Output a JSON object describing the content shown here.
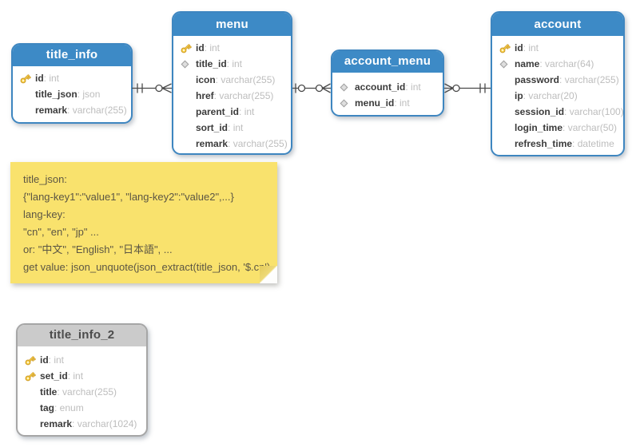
{
  "diagram": {
    "colors": {
      "table_header_blue": "#3d8ac6",
      "table_border_blue": "#3e86c0",
      "table_header_gray": "#cbcbcb",
      "table_border_gray": "#a6a6a6",
      "field_name_color": "#3b3b3b",
      "field_type_color": "#bdbdbd",
      "note_background": "#f9e26d",
      "note_text_color": "#5c5644",
      "connector_color": "#4a4a4a",
      "key_icon_color": "#fbd44c"
    },
    "tables": [
      {
        "name": "title_info",
        "style": "blue",
        "fields": [
          {
            "icon": "key",
            "name": "id",
            "type": "int"
          },
          {
            "icon": "none",
            "name": "title_json",
            "type": "json"
          },
          {
            "icon": "none",
            "name": "remark",
            "type": "varchar(255)"
          }
        ]
      },
      {
        "name": "menu",
        "style": "blue",
        "fields": [
          {
            "icon": "key",
            "name": "id",
            "type": "int"
          },
          {
            "icon": "diamond",
            "name": "title_id",
            "type": "int"
          },
          {
            "icon": "none",
            "name": "icon",
            "type": "varchar(255)"
          },
          {
            "icon": "none",
            "name": "href",
            "type": "varchar(255)"
          },
          {
            "icon": "none",
            "name": "parent_id",
            "type": "int"
          },
          {
            "icon": "none",
            "name": "sort_id",
            "type": "int"
          },
          {
            "icon": "none",
            "name": "remark",
            "type": "varchar(255)"
          }
        ]
      },
      {
        "name": "account_menu",
        "style": "blue",
        "fields": [
          {
            "icon": "diamond",
            "name": "account_id",
            "type": "int"
          },
          {
            "icon": "diamond",
            "name": "menu_id",
            "type": "int"
          }
        ]
      },
      {
        "name": "account",
        "style": "blue",
        "fields": [
          {
            "icon": "key",
            "name": "id",
            "type": "int"
          },
          {
            "icon": "diamond",
            "name": "name",
            "type": "varchar(64)"
          },
          {
            "icon": "none",
            "name": "password",
            "type": "varchar(255)"
          },
          {
            "icon": "none",
            "name": "ip",
            "type": "varchar(20)"
          },
          {
            "icon": "none",
            "name": "session_id",
            "type": "varchar(100)"
          },
          {
            "icon": "none",
            "name": "login_time",
            "type": "varchar(50)"
          },
          {
            "icon": "none",
            "name": "refresh_time",
            "type": "datetime"
          }
        ]
      },
      {
        "name": "title_info_2",
        "style": "gray",
        "fields": [
          {
            "icon": "key",
            "name": "id",
            "type": "int"
          },
          {
            "icon": "key",
            "name": "set_id",
            "type": "int"
          },
          {
            "icon": "none",
            "name": "title",
            "type": "varchar(255)"
          },
          {
            "icon": "none",
            "name": "tag",
            "type": "enum"
          },
          {
            "icon": "none",
            "name": "remark",
            "type": "varchar(1024)"
          }
        ]
      }
    ],
    "relationships": [
      {
        "from": "title_info",
        "to": "menu",
        "from_end": "one-and-only-one",
        "to_end": "zero-or-many"
      },
      {
        "from": "menu",
        "to": "account_menu",
        "from_end": "zero-or-one",
        "to_end": "zero-or-many"
      },
      {
        "from": "account_menu",
        "to": "account",
        "from_end": "zero-or-many",
        "to_end": "one-and-only-one"
      }
    ],
    "note": {
      "lines": [
        "title_json:",
        "{\"lang-key1\":\"value1\", \"lang-key2\":\"value2\",...}",
        "lang-key:",
        "\"cn\", \"en\", \"jp\" ...",
        "or: \"中文\", \"English\", \"日本語\", ...",
        "get value: json_unquote(json_extract(title_json, '$.cn')"
      ]
    }
  }
}
